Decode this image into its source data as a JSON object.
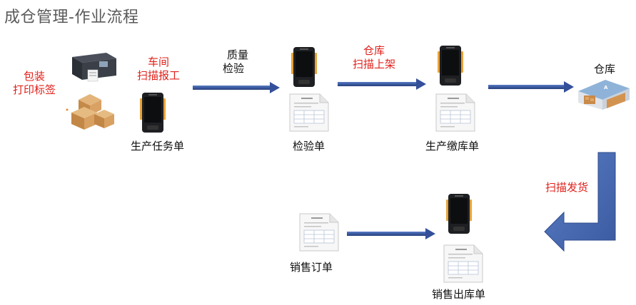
{
  "title": "成仓管理-作业流程",
  "labels": {
    "pack_line1": "包装",
    "pack_line2": "打印标签",
    "workshop_line1": "车间",
    "workshop_line2": "扫描报工",
    "qc_line1": "质量",
    "qc_line2": "检验",
    "shelve_line1": "仓库",
    "shelve_line2": "扫描上架",
    "warehouse": "仓库",
    "ship": "扫描发货",
    "production_task": "生产任务单",
    "inspection_doc": "检验单",
    "production_receipt": "生产缴库单",
    "sales_order": "销售订单",
    "sales_outbound": "销售出库单"
  },
  "colors": {
    "red_label": "#e0201a",
    "arrow_blue": "#3b5aa0",
    "title_gray": "#595959"
  },
  "icons": [
    "label-printer-icon",
    "boxes-icon",
    "handheld-scanner-icon",
    "document-icon",
    "warehouse-icon"
  ]
}
